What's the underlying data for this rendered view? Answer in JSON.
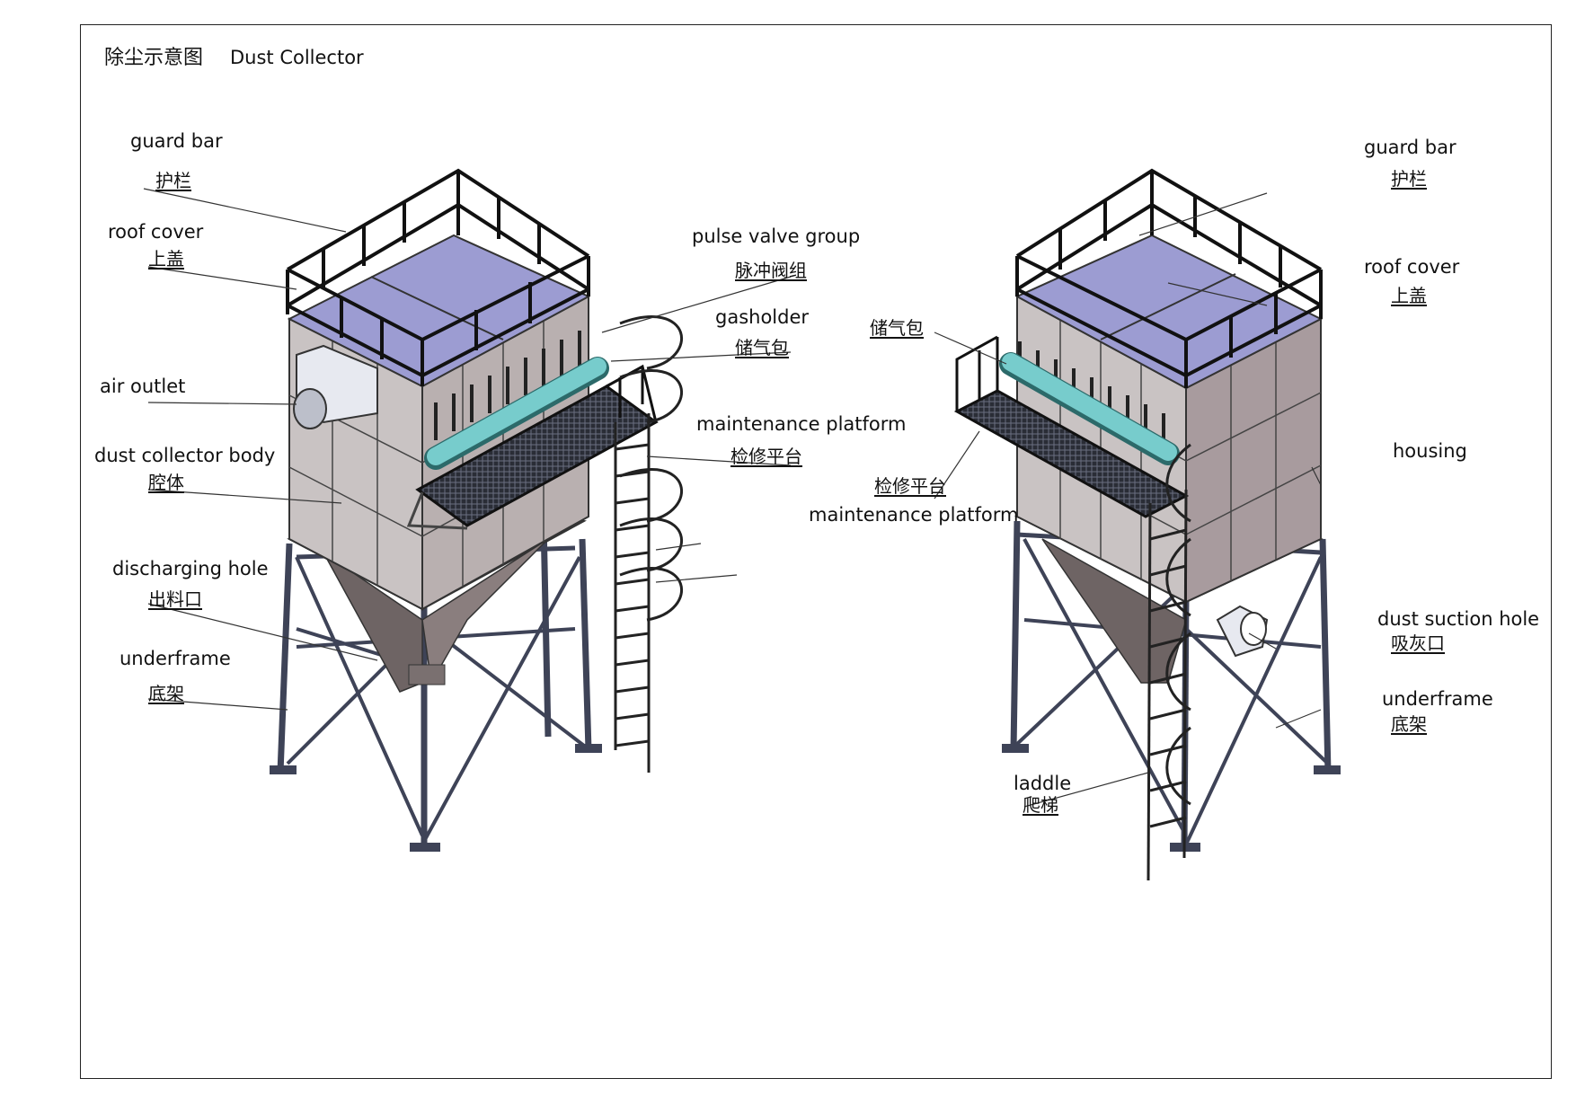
{
  "title": {
    "zh": "除尘示意图",
    "en": "Dust Collector"
  },
  "left_view": {
    "guard_bar": {
      "en": "guard bar",
      "zh": "护栏"
    },
    "roof_cover": {
      "en": "roof cover",
      "zh": "上盖"
    },
    "air_outlet": {
      "en": "air outlet"
    },
    "body": {
      "en": "dust collector body",
      "zh": "腔体"
    },
    "discharging_hole": {
      "en": "discharging hole",
      "zh": "出料口"
    },
    "underframe": {
      "en": "underframe",
      "zh": "底架"
    },
    "pulse_valve_group": {
      "en": "pulse valve group",
      "zh": "脉冲阀组"
    },
    "gasholder": {
      "en": "gasholder",
      "zh": "储气包"
    },
    "maintenance_platform": {
      "en": "maintenance platform",
      "zh": "检修平台"
    }
  },
  "right_view": {
    "guard_bar": {
      "en": "guard bar",
      "zh": "护栏"
    },
    "roof_cover": {
      "en": "roof cover",
      "zh": "上盖"
    },
    "gasholder": {
      "zh": "储气包"
    },
    "maintenance_platform": {
      "en": "maintenance platform",
      "zh": "检修平台"
    },
    "housing": {
      "en": "housing"
    },
    "dust_suction_hole": {
      "en": "dust suction hole",
      "zh": "吸灰口"
    },
    "underframe": {
      "en": "underframe",
      "zh": "底架"
    },
    "ladder": {
      "en": "laddle",
      "zh": "爬梯"
    }
  },
  "colors": {
    "roof": "#9999cc",
    "body_panel": "#c4bcbc",
    "body_dark": "#8a7f7f",
    "frame_steel": "#4a4f63",
    "gas_pipe": "#6fc7c7",
    "grating": "#2a2d36"
  }
}
